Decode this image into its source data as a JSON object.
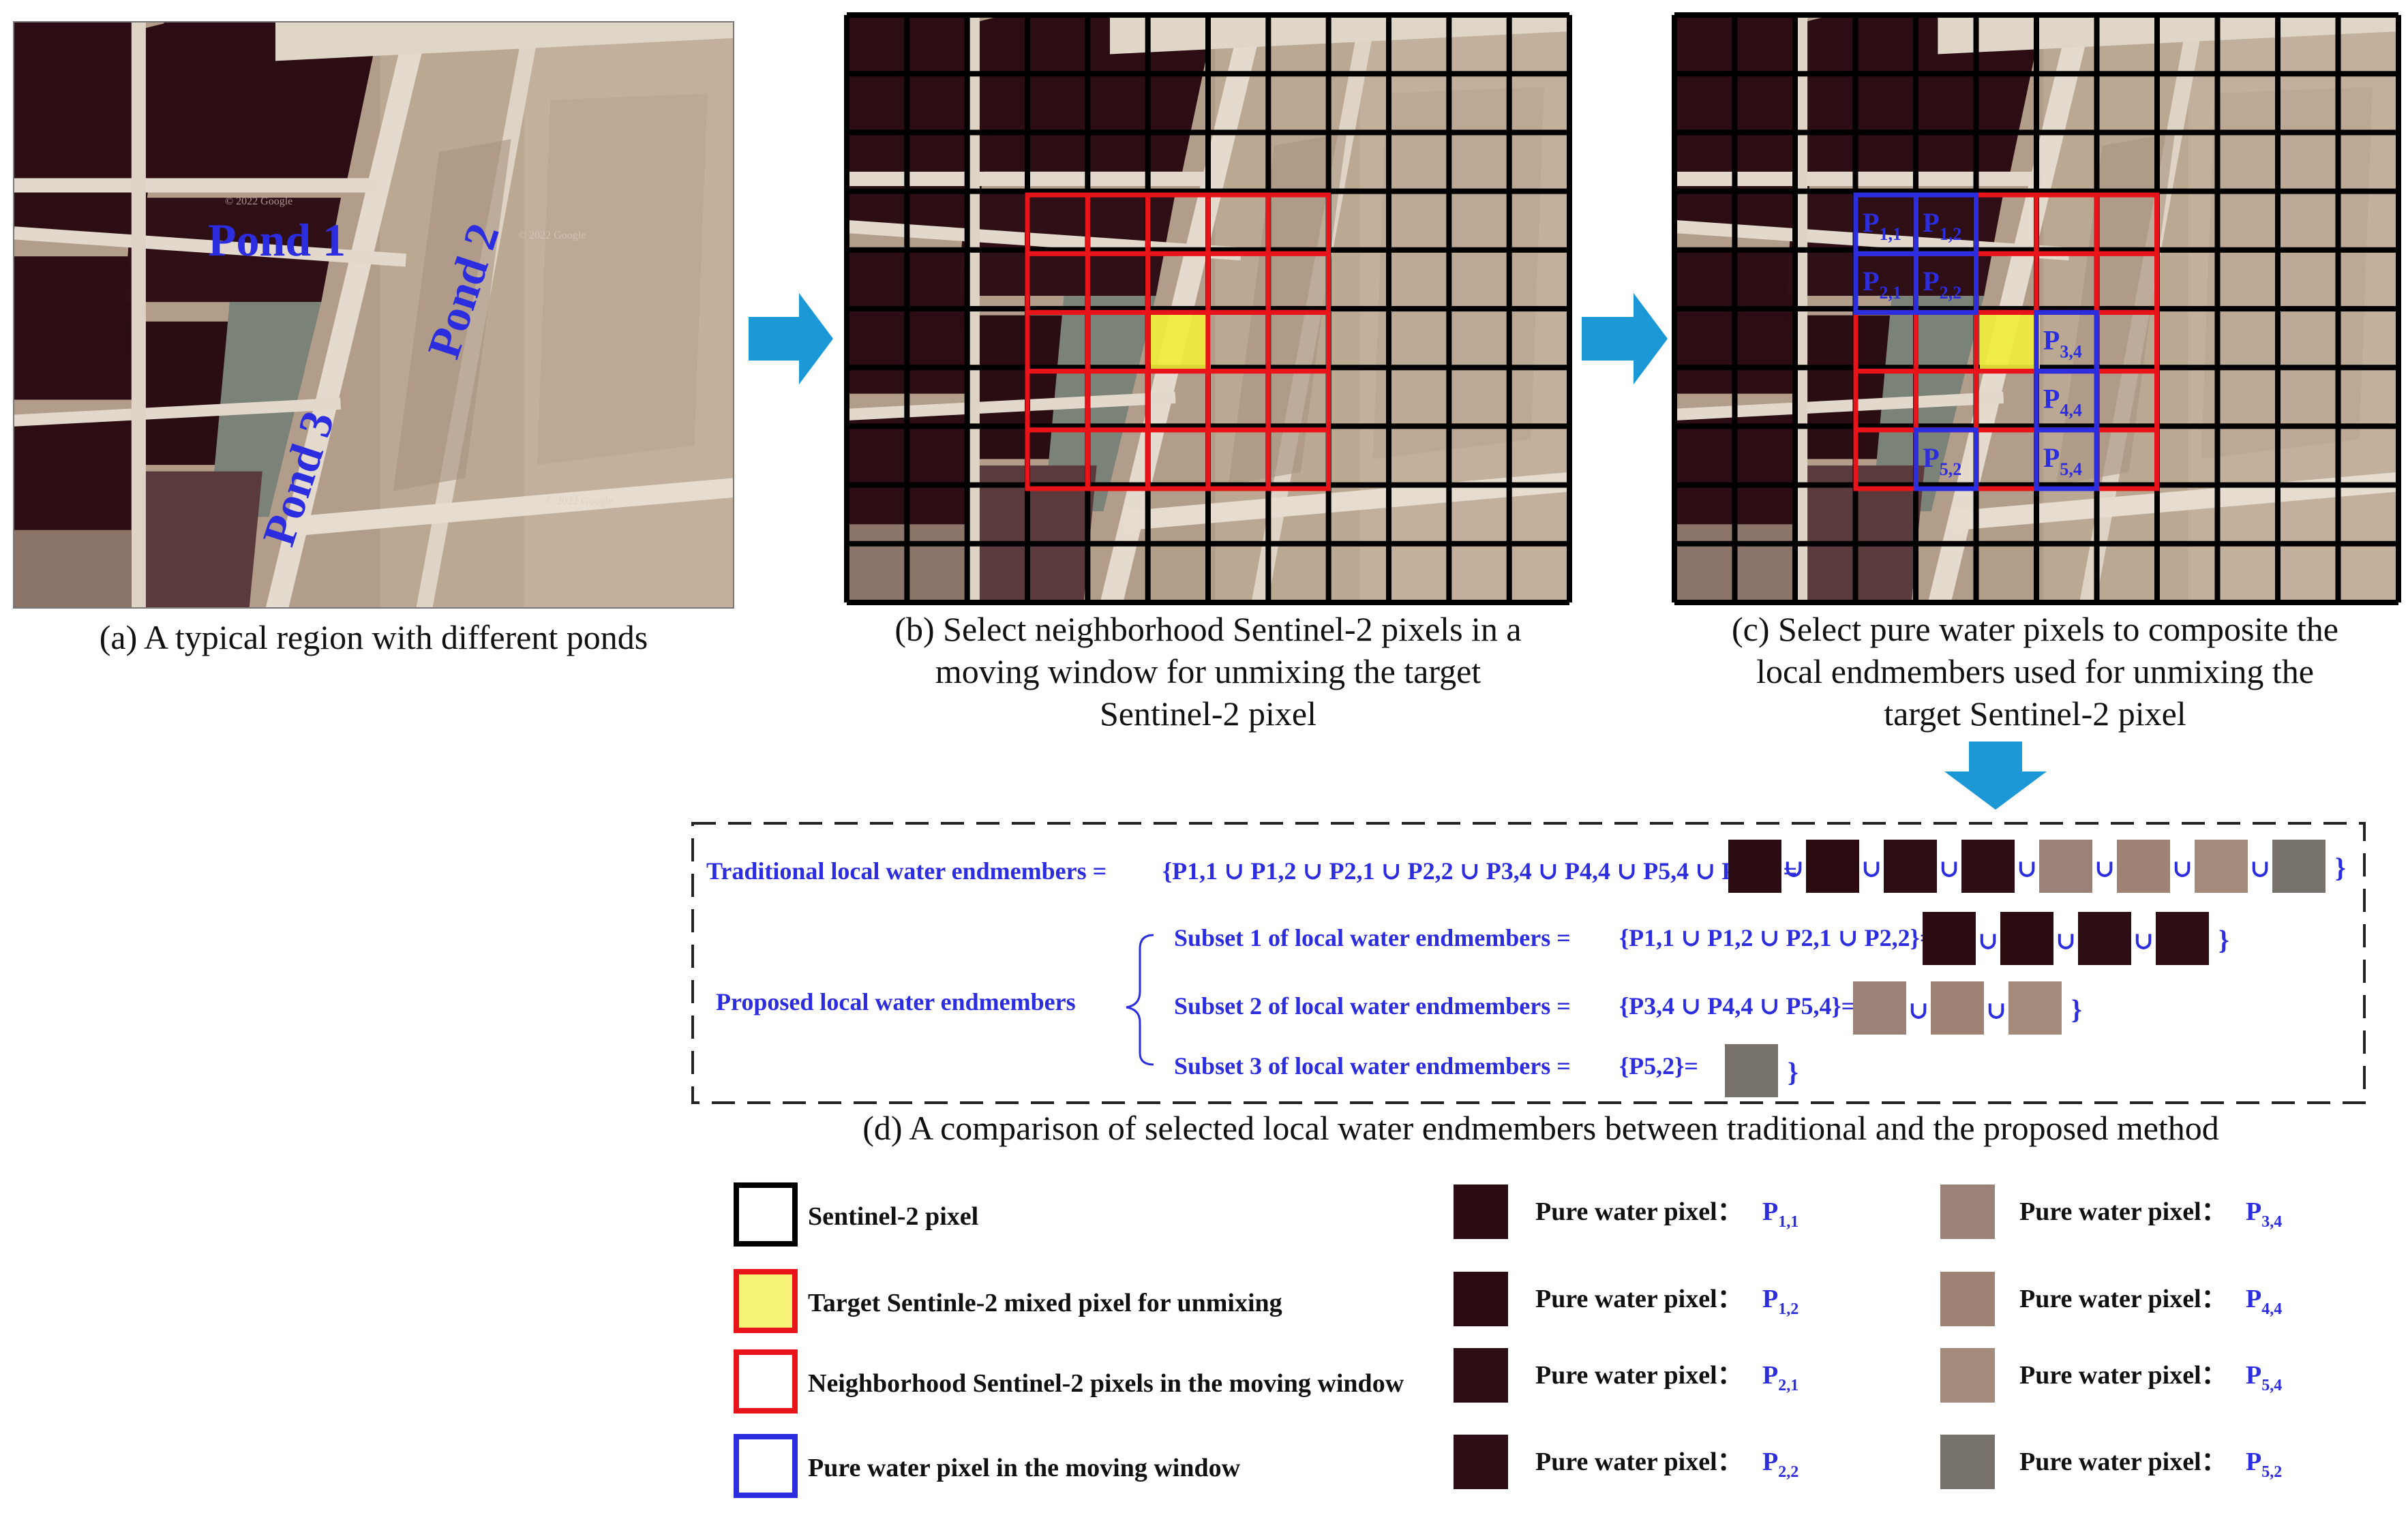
{
  "panels": {
    "a": {
      "caption": "(a) A typical region with different ponds",
      "pond_labels": [
        "Pond 1",
        "Pond 2",
        "Pond 3"
      ],
      "watermarks": [
        "© 2022 Google",
        "© 2022 Google",
        "© 2022 Google"
      ]
    },
    "b": {
      "caption_lines": [
        "(b) Select neighborhood Sentinel-2 pixels in a",
        "moving window for unmixing the target",
        "Sentinel-2 pixel"
      ]
    },
    "c": {
      "caption_lines": [
        "(c) Select pure water pixels to composite the",
        "local endmembers used for unmixing the",
        "target Sentinel-2 pixel"
      ],
      "pixel_labels": [
        {
          "base": "P",
          "sub": "1,1"
        },
        {
          "base": "P",
          "sub": "1,2"
        },
        {
          "base": "P",
          "sub": "2,1"
        },
        {
          "base": "P",
          "sub": "2,2"
        },
        {
          "base": "P",
          "sub": "3,4"
        },
        {
          "base": "P",
          "sub": "4,4"
        },
        {
          "base": "P",
          "sub": "5,2"
        },
        {
          "base": "P",
          "sub": "5,4"
        }
      ]
    },
    "d": {
      "caption": "(d) A comparison of selected local water endmembers between traditional and the proposed method",
      "traditional_label": "Traditional local water endmembers =",
      "traditional_set": "{P1,1 ∪ P1,2 ∪ P2,1 ∪ P2,2 ∪ P3,4 ∪ P4,4 ∪ P5,4 ∪ P5,2} =",
      "proposed_label": "Proposed local water endmembers",
      "subset1_label": "Subset 1 of local water endmembers =",
      "subset1_set": "{P1,1 ∪ P1,2 ∪ P2,1 ∪ P2,2}=",
      "subset2_label": "Subset 2 of local water endmembers =",
      "subset2_set": "{P3,4 ∪ P4,4 ∪ P5,4}=",
      "subset3_label": "Subset 3 of local water endmembers =",
      "subset3_set": "{P5,2}=",
      "union_symbol": "∪",
      "open_brace": "{",
      "close_brace": "}"
    }
  },
  "legend": {
    "items": [
      {
        "label": "Sentinel-2 pixel",
        "color": "#000000"
      },
      {
        "label": "Target Sentinle-2 mixed pixel for unmixing",
        "color": "#e8141a"
      },
      {
        "label": "Neighborhood Sentinel-2 pixels in the moving window",
        "color": "#e8141a"
      },
      {
        "label": "Pure water pixel in the moving window",
        "color": "#2d2de0"
      }
    ],
    "pure_prefix": "Pure water pixel：",
    "pure_items": [
      {
        "sub": "1,1",
        "color": "#2a0c12"
      },
      {
        "sub": "1,2",
        "color": "#2b0b10"
      },
      {
        "sub": "2,1",
        "color": "#2c0d13"
      },
      {
        "sub": "2,2",
        "color": "#2e0e14"
      },
      {
        "sub": "3,4",
        "color": "#9a8278"
      },
      {
        "sub": "4,4",
        "color": "#9e8273"
      },
      {
        "sub": "5,4",
        "color": "#a38a7a"
      },
      {
        "sub": "5,2",
        "color": "#77726c"
      }
    ]
  },
  "colors": {
    "pond_dark": "#2d0e14",
    "land": "#b8a391",
    "road": "#e2d8cb",
    "grey_pond": "#7a8078",
    "grid_black": "#000000",
    "window_red": "#e8141a",
    "pure_blue": "#2d2de0",
    "target_yellow": "#f2ee3a",
    "arrow_blue": "#1b98d5",
    "label_blue": "#2d2de0"
  }
}
